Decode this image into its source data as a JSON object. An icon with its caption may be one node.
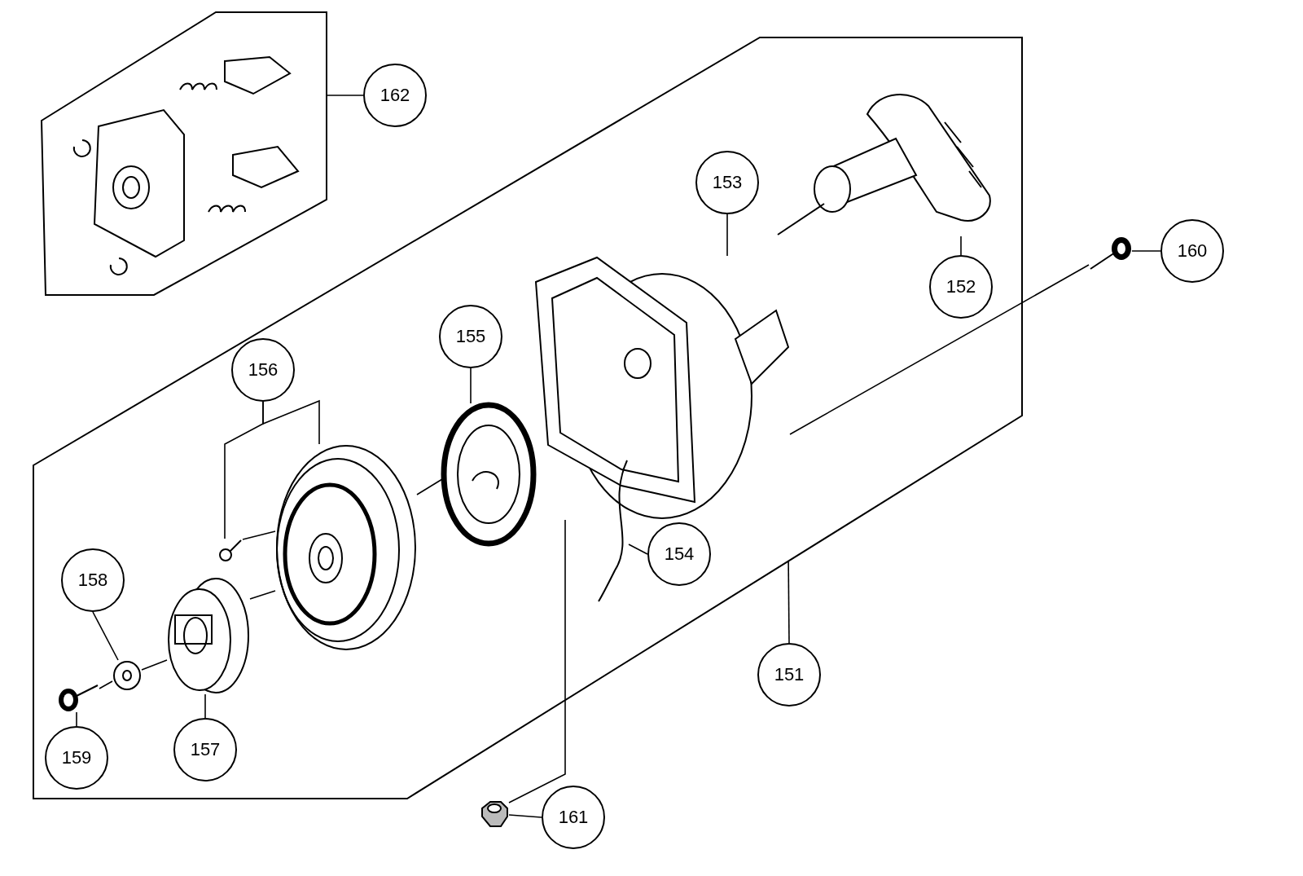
{
  "diagram": {
    "nodes": [
      {
        "text": [],
        "shape": "box"
      },
      {
        "text": [
          "162"
        ]
      },
      {
        "text": [],
        "shape": "box"
      },
      {
        "text": [],
        "shape": "picture",
        "in": 2
      },
      {
        "text": [],
        "shape": "picture",
        "in": 2
      },
      {
        "text": [],
        "shape": "picture",
        "in": 2
      },
      {
        "text": [],
        "shape": "picture",
        "in": 2
      },
      {
        "text": [],
        "shape": "picture",
        "in": 2
      },
      {
        "text": [],
        "shape": "picture",
        "in": 2
      },
      {
        "text": [],
        "shape": "picture",
        "in": 2
      },
      {
        "text": [],
        "shape": "picture",
        "in": 2
      },
      {
        "text": [],
        "shape": "picture",
        "in": 2
      },
      {
        "text": [],
        "shape": "picture"
      },
      {
        "text": [],
        "shape": "picture"
      },
      {
        "text": [
          "152"
        ],
        "in": 2
      },
      {
        "text": [
          "153"
        ],
        "in": 2
      },
      {
        "text": [
          "154"
        ],
        "in": 2
      },
      {
        "text": [
          "155"
        ],
        "in": 2
      },
      {
        "text": [
          "156"
        ],
        "in": 2
      },
      {
        "text": [
          "157"
        ],
        "in": 2
      },
      {
        "text": [
          "158"
        ],
        "in": 2
      },
      {
        "text": [
          "159"
        ],
        "in": 2
      },
      {
        "text": [
          "160"
        ]
      },
      {
        "text": [
          "161"
        ]
      },
      {
        "text": [
          "151"
        ]
      }
    ],
    "edges": [
      {
        "from": 1,
        "to": 0,
        "arrow": "none"
      },
      {
        "from": 14,
        "to": 3,
        "arrow": "none"
      },
      {
        "from": 15,
        "to": 4,
        "arrow": "none"
      },
      {
        "from": 16,
        "to": 5,
        "arrow": "none"
      },
      {
        "from": 17,
        "to": 6,
        "arrow": "none"
      },
      {
        "from": 18,
        "to": 7,
        "arrow": "none"
      },
      {
        "from": 18,
        "to": 8,
        "arrow": "none"
      },
      {
        "from": 19,
        "to": 9,
        "arrow": "none"
      },
      {
        "from": 20,
        "to": 10,
        "arrow": "none"
      },
      {
        "from": 21,
        "to": 11,
        "arrow": "none"
      },
      {
        "from": 22,
        "to": 12,
        "arrow": "none"
      },
      {
        "from": 23,
        "to": 13,
        "arrow": "none"
      },
      {
        "from": 24,
        "to": 2,
        "arrow": "none"
      },
      {
        "from": 12,
        "to": 4,
        "arrow": "none"
      },
      {
        "from": 13,
        "to": 4,
        "arrow": "none"
      },
      {
        "from": 6,
        "to": 7,
        "arrow": "none"
      },
      {
        "from": 8,
        "to": 7,
        "arrow": "none"
      },
      {
        "from": 9,
        "to": 7,
        "arrow": "none"
      },
      {
        "from": 10,
        "to": 9,
        "arrow": "none"
      },
      {
        "from": 11,
        "to": 10,
        "arrow": "none"
      }
    ]
  }
}
